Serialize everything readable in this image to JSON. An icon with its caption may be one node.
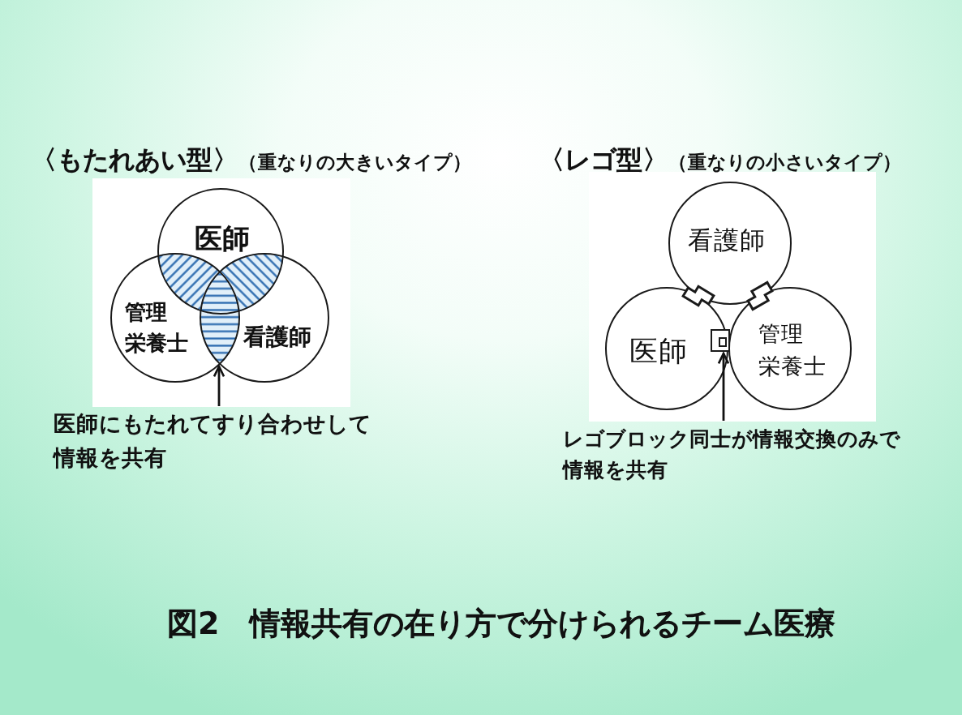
{
  "diagram": {
    "caption": "図2　情報共有の在り方で分けられるチーム医療",
    "nodes": [
      {
        "text": [],
        "shape": "box"
      },
      {
        "text": [
          "医師"
        ],
        "in": 0
      },
      {
        "text": [
          "管理栄養士"
        ],
        "in": 0
      },
      {
        "text": [
          "看護師"
        ],
        "in": 0
      },
      {
        "text": [],
        "shape": "lens"
      },
      {
        "text": [
          "医師にもたれてすり合わせして情報を共有"
        ]
      },
      {
        "text": [],
        "shape": "box"
      },
      {
        "text": [
          "看護師"
        ],
        "in": 6
      },
      {
        "text": [
          "医師"
        ],
        "in": 6
      },
      {
        "text": [
          "管理栄養士"
        ],
        "in": 6
      },
      {
        "text": [],
        "shape": "box",
        "in": 8
      },
      {
        "text": [
          "レゴブロック同士が情報交換のみで情報を共有"
        ]
      }
    ],
    "edges": [
      {
        "from": 5,
        "to": 4,
        "arrow": "to"
      },
      {
        "from": 11,
        "to": 10,
        "arrow": "to"
      }
    ],
    "labels": [
      "**〈もたれあい型〉**（重なりの大きいタイプ）",
      "**〈レゴ型〉**（重なりの小さいタイプ）"
    ]
  }
}
